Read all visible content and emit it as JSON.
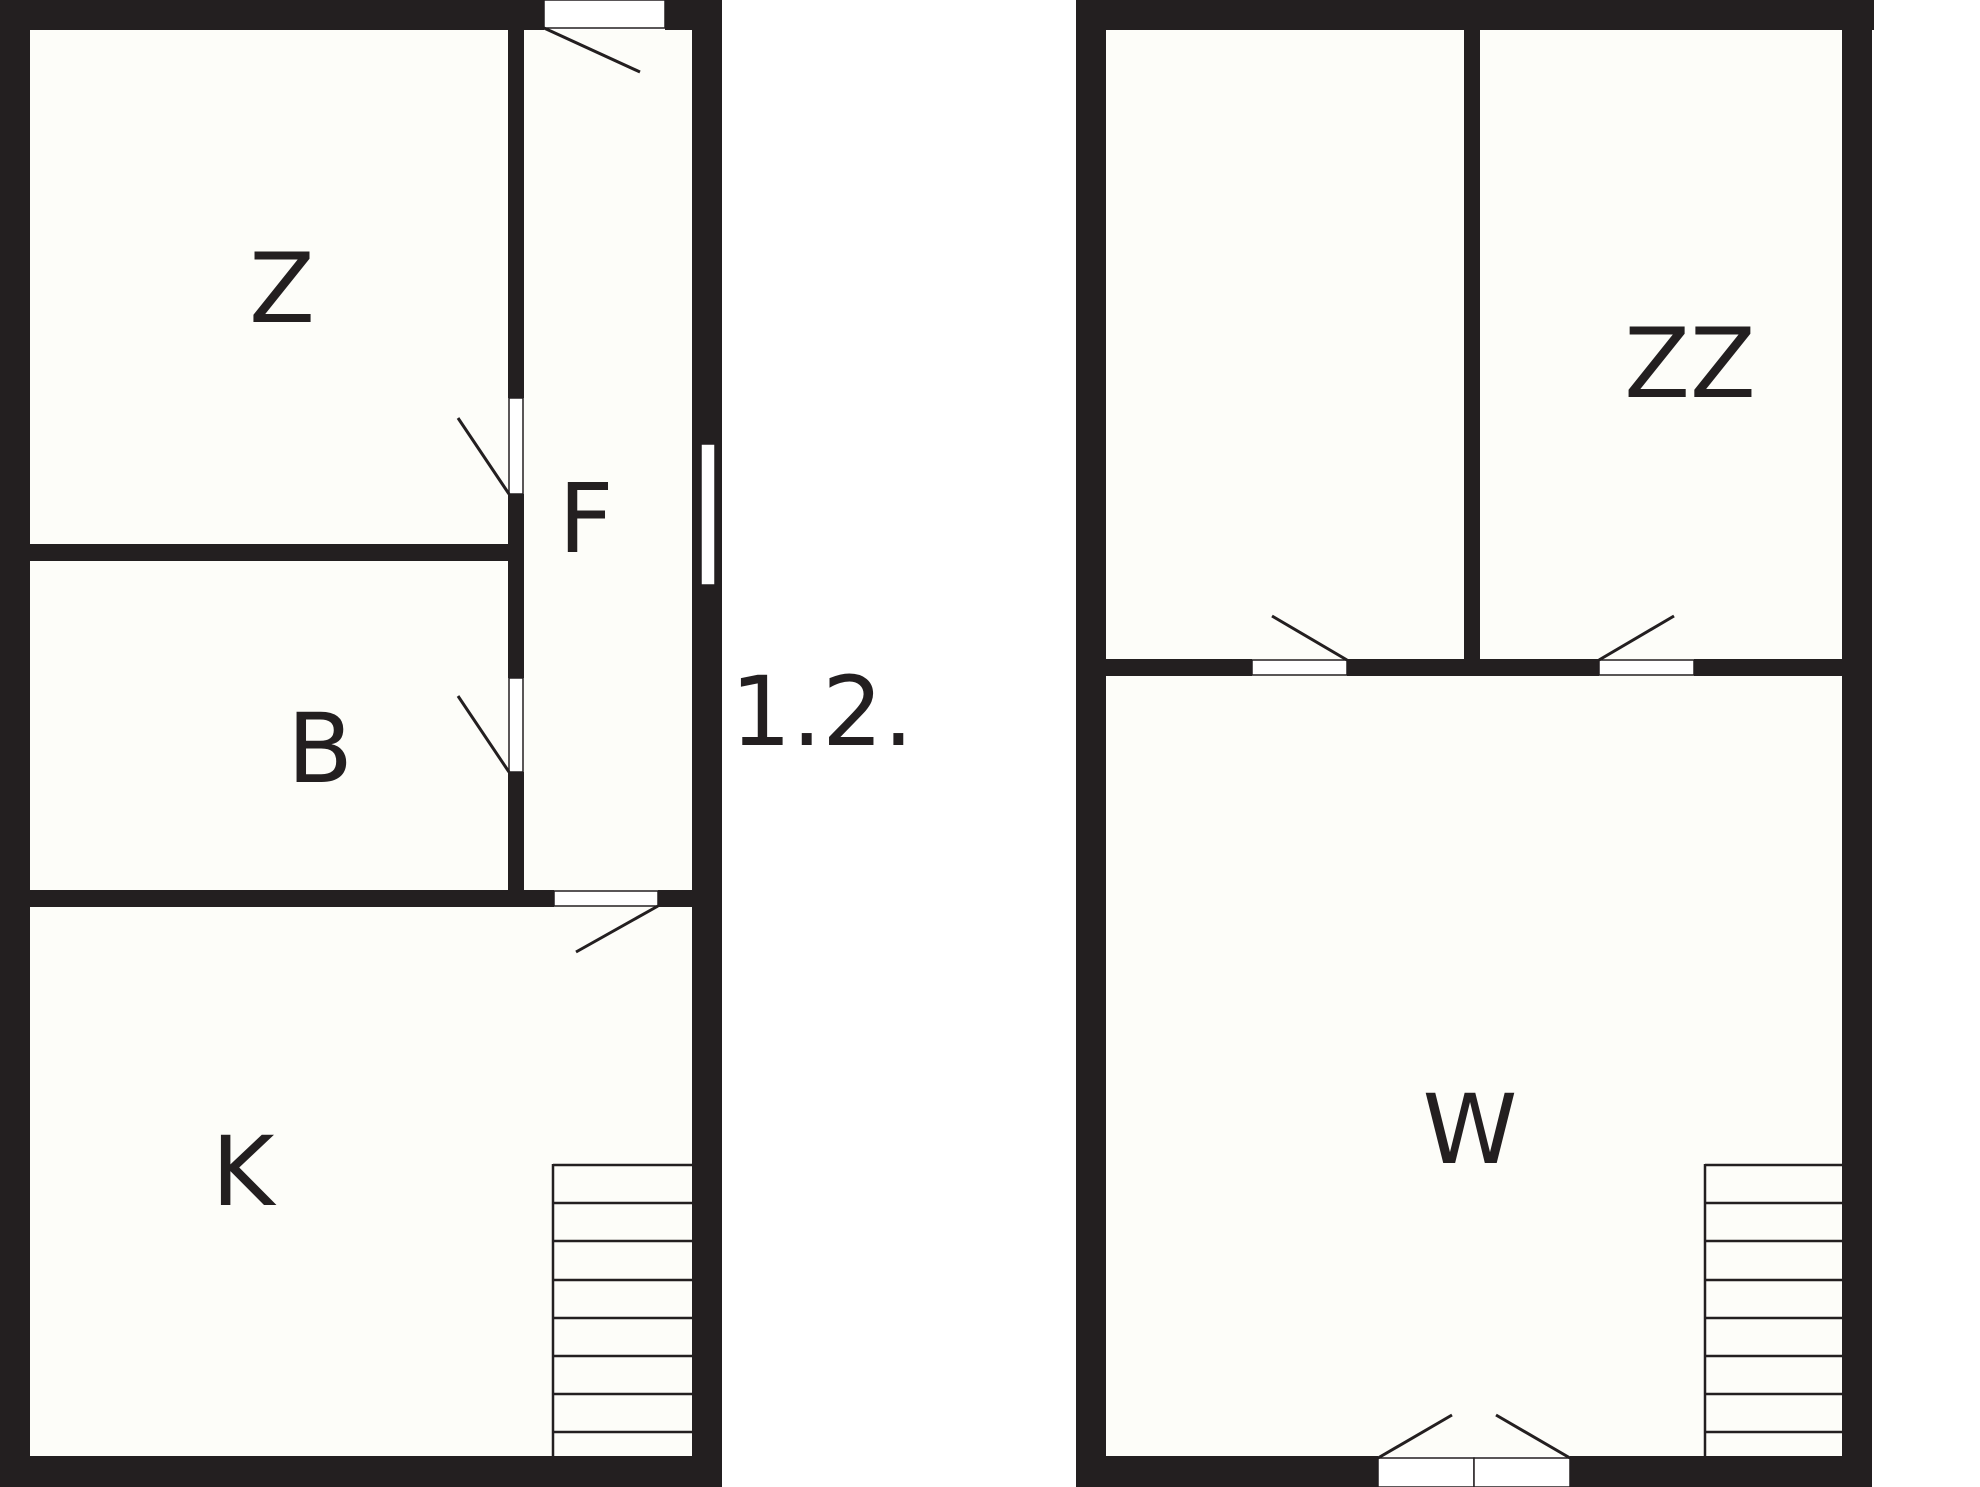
{
  "floor_label": "1.2.",
  "rooms": {
    "z": "Z",
    "b": "B",
    "f": "F",
    "k": "K",
    "zz": "ZZ",
    "w": "W"
  },
  "colors": {
    "wall": "#231f20",
    "room_fill": "#fdfdf9",
    "background": "#ffffff"
  }
}
